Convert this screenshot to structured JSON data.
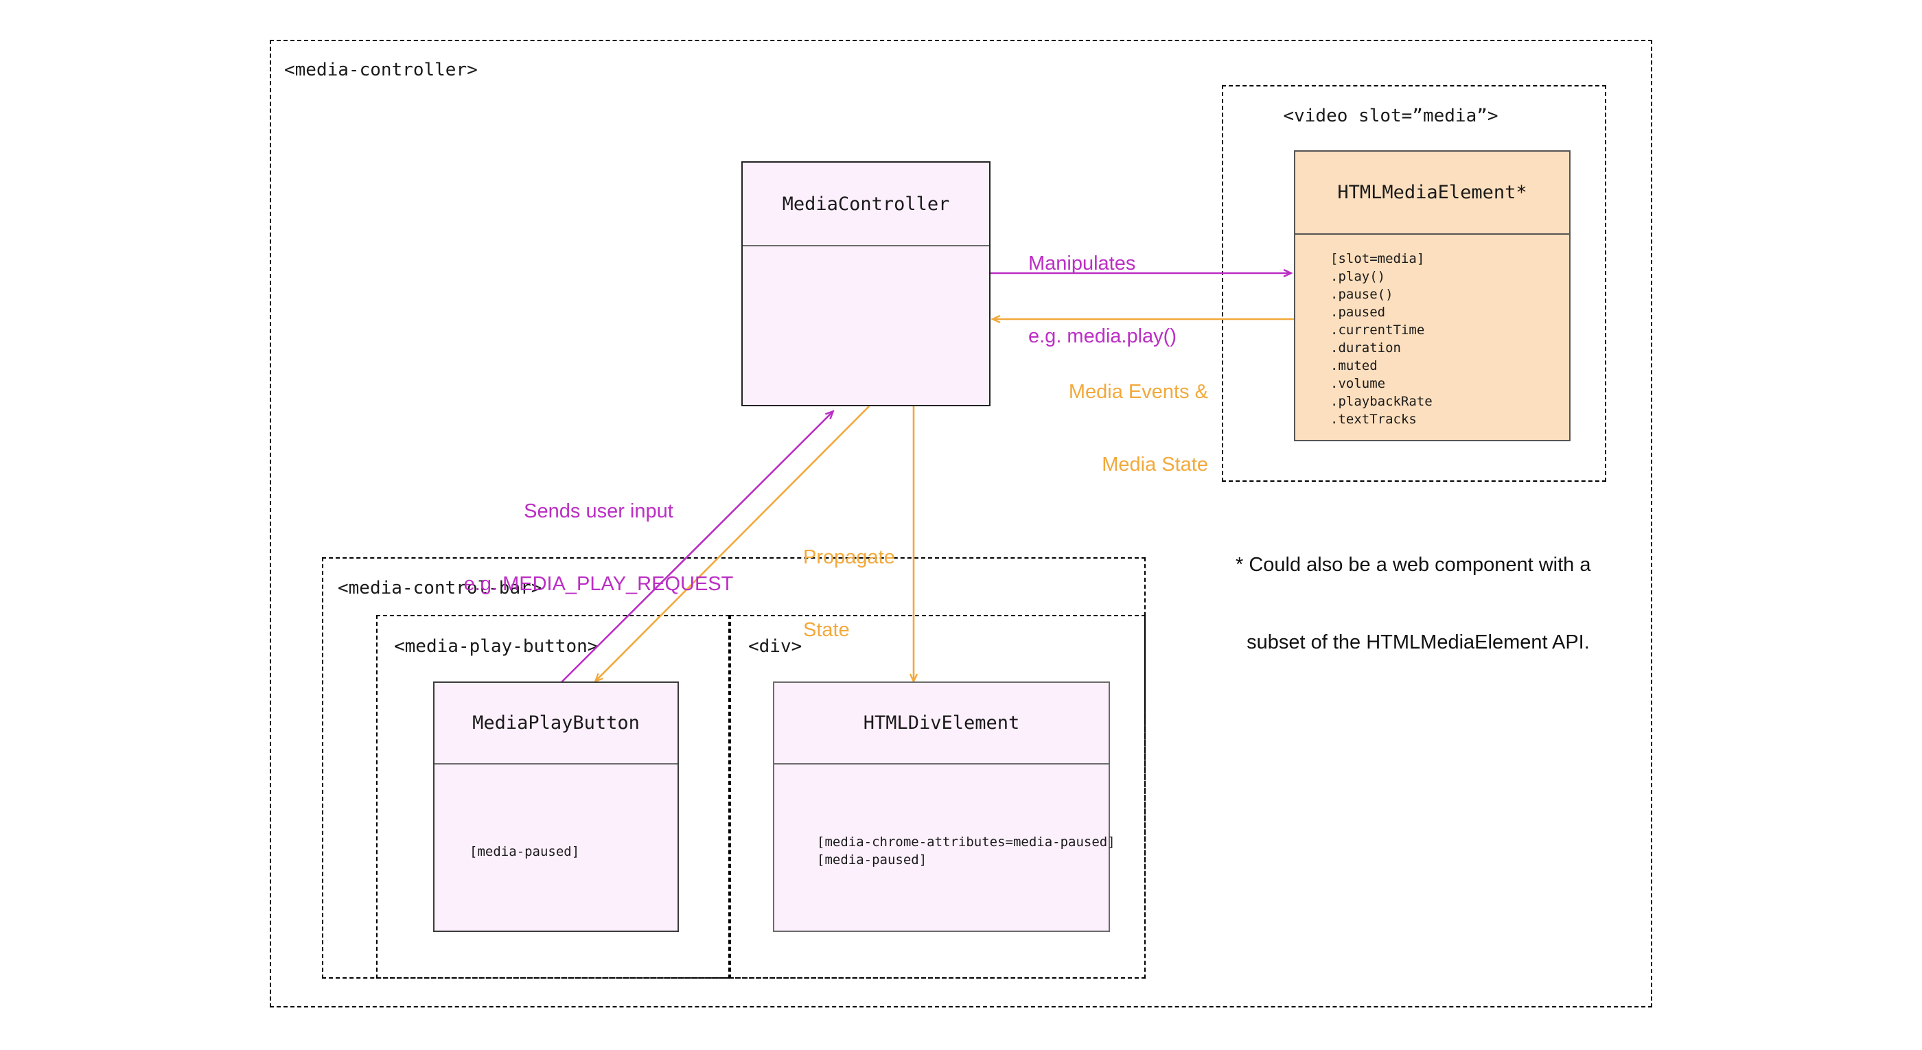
{
  "diagram": {
    "title_tag": "<media-controller>",
    "colors": {
      "purple": "#bb2ec4",
      "orange": "#f2a93b",
      "class_fill_pink": "#fdf0fd",
      "class_fill_orange": "#fcdfbe",
      "border_gray": "#6b6b6b",
      "dotted_border": "#000000"
    }
  },
  "containers": {
    "media_controller": {
      "label": "<media-controller>"
    },
    "video_slot": {
      "label": "<video slot=”media”>"
    },
    "media_control_bar": {
      "label": "<media-control-bar>"
    },
    "media_play_button": {
      "label": "<media-play-button>"
    },
    "div_wrapper": {
      "label": "<div>"
    }
  },
  "nodes": {
    "media_controller": {
      "title": "MediaController",
      "members": ""
    },
    "html_media_element": {
      "title": "HTMLMediaElement*",
      "members": "[slot=media]\n.play()\n.pause()\n.paused\n.currentTime\n.duration\n.muted\n.volume\n.playbackRate\n.textTracks"
    },
    "media_play_button": {
      "title": "MediaPlayButton",
      "members": "[media-paused]"
    },
    "html_div_element": {
      "title": "HTMLDivElement",
      "members": "[media-chrome-attributes=media-paused]\n[media-paused]"
    }
  },
  "edges": {
    "manipulates": {
      "line1": "Manipulates",
      "line2": "e.g. media.play()",
      "color": "#bb2ec4"
    },
    "media_events": {
      "line1": "Media Events &",
      "line2": "Media State",
      "color": "#f2a93b"
    },
    "sends_user_input": {
      "line1": "Sends user input",
      "line2": "e.g. MEDIA_PLAY_REQUEST",
      "color": "#bb2ec4"
    },
    "propagate_state": {
      "line1": "Propagate",
      "line2": "State",
      "color": "#f2a93b"
    }
  },
  "footnote": {
    "line1": "* Could also be a web component with a",
    "line2": "  subset of the HTMLMediaElement API."
  }
}
